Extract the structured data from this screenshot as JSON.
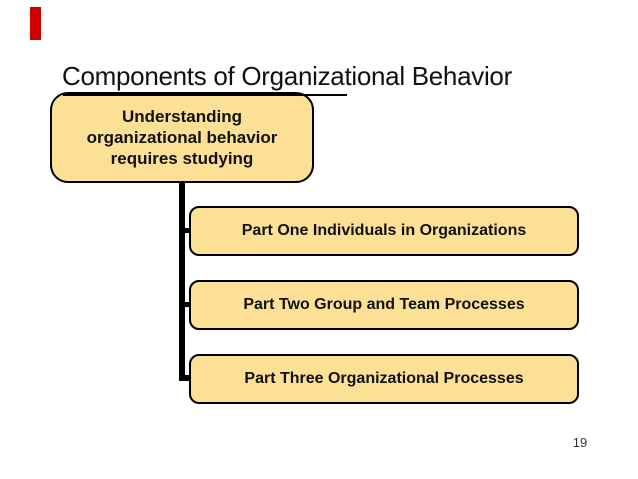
{
  "slide": {
    "title": "Components of Organizational Behavior",
    "page_number": "19",
    "accent_bar_color": "#CE0000",
    "box_fill_color": "#FBE096",
    "box_border_color": "#000000",
    "background_color": "#FFFFFF"
  },
  "diagram": {
    "root_box": {
      "text": "Understanding organizational behavior requires studying",
      "lines": [
        "Understanding",
        "organizational behavior",
        "requires studying"
      ]
    },
    "part_boxes": [
      {
        "label": "Part One Individuals in Organizations"
      },
      {
        "label": "Part Two Group and Team Processes"
      },
      {
        "label": "Part Three Organizational Processes"
      }
    ]
  }
}
